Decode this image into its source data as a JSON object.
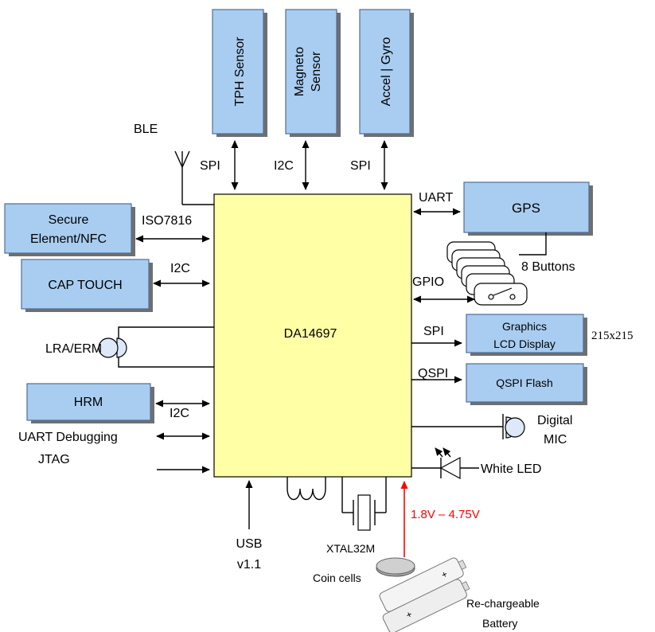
{
  "colors": {
    "block_fill": "#a9cdf1",
    "mcu_fill": "#ffffa6",
    "power_arrow": "#ff0000",
    "power_label": "#ff0000"
  },
  "mcu": {
    "label": "DA14697"
  },
  "blocks": {
    "tph_sensor": "TPH Sensor",
    "magneto_sensor_line1": "Magneto",
    "magneto_sensor_line2": "Sensor",
    "accel_gyro": "Accel | Gyro",
    "gps": "GPS",
    "secure_element_line1": "Secure",
    "secure_element_line2": "Element/NFC",
    "cap_touch": "CAP TOUCH",
    "graphics_lcd_line1": "Graphics",
    "graphics_lcd_line2": "LCD Display",
    "qspi_flash": "QSPI Flash",
    "hrm": "HRM"
  },
  "labels": {
    "ble": "BLE",
    "spi_tph": "SPI",
    "i2c_magneto": "I2C",
    "spi_accel": "SPI",
    "uart_gps": "UART",
    "iso7816": "ISO7816",
    "i2c_cap_touch": "I2C",
    "gpio": "GPIO",
    "eight_buttons": "8 Buttons",
    "spi_lcd": "SPI",
    "lcd_resolution": "215x215",
    "qspi": "QSPI",
    "lra_erm": "LRA/ERM",
    "i2c_hrm": "I2C",
    "uart_debugging": "UART Debugging",
    "jtag": "JTAG",
    "digital_mic_line1": "Digital",
    "digital_mic_line2": "MIC",
    "white_led": "White LED",
    "usb_line1": "USB",
    "usb_line2": "v1.1",
    "xtal32m": "XTAL32M",
    "voltage_range": "1.8V – 4.75V",
    "coin_cells": "Coin cells",
    "rechargeable_line1": "Re-chargeable",
    "rechargeable_line2": "Battery"
  }
}
